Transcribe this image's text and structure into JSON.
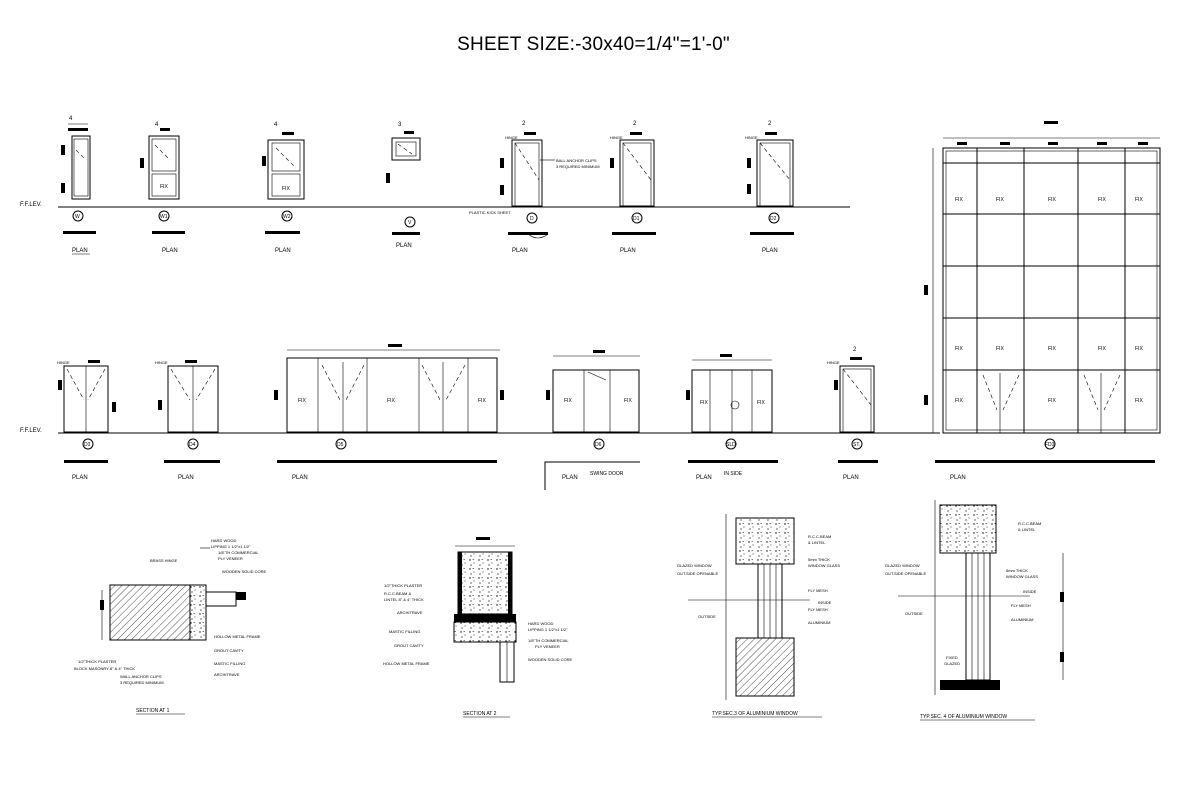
{
  "title": "SHEET SIZE:-30x40=1/4\"=1'-0\"",
  "level_label": "F.F.LEV.",
  "plan_label": "PLAN",
  "fix_label": "FIX",
  "row1": {
    "elevations": [
      {
        "tag": "W",
        "count": "4"
      },
      {
        "tag": "W1",
        "count": "4"
      },
      {
        "tag": "W2",
        "count": "4"
      },
      {
        "tag": "V",
        "count": "3"
      },
      {
        "tag": "D",
        "count": "2"
      },
      {
        "tag": "D1",
        "count": "2"
      },
      {
        "tag": "D2",
        "count": "2"
      }
    ],
    "notes": {
      "hinge": "HINGE",
      "ball_anchor": "BALL ANCHOR CLIPS",
      "required_min": "3 REQUIRED MINIMUM",
      "plastic_kick": "PLASTIC KICK SHEET"
    }
  },
  "row2": {
    "elevations": [
      {
        "tag": "D3"
      },
      {
        "tag": "D4"
      },
      {
        "tag": "D5"
      },
      {
        "tag": "D6"
      },
      {
        "tag": "SLD"
      },
      {
        "tag": "ST.",
        "count": "2"
      },
      {
        "tag": "FD3"
      }
    ],
    "notes": {
      "swing_door": "SWING DOOR",
      "in_side": "IN SIDE"
    }
  },
  "sections": {
    "s1": {
      "caption": "SECTION AT 1",
      "labels": [
        "HARD WOOD",
        "LIPPING 1 1/2\"x1 1/2\"",
        "1/8\"TH COMMERCIAL",
        "PLY VENEER",
        "BRASS HINGE",
        "WOODEN SOLID CORE",
        "HOLLOW METAL FRAME",
        "GROUT CAVITY",
        "MASTIC FILLING",
        "ARCHITRAVE",
        "1/2\"THICK PLASTER",
        "BLOCK MASONRY 8\" & 4\" THICK",
        "WALL ANCHOR CLIPS",
        "3 REQUIRED MINIMUM"
      ]
    },
    "s2": {
      "caption": "SECTION AT 2",
      "labels": [
        "1/2\"THICK PLASTER",
        "R.C.C.BEAM &",
        "LINTEL 8\" & 4\" THICK",
        "ARCHITRAVE",
        "MASTIC FILLING",
        "GROUT CAVITY",
        "HOLLOW METAL FRAME",
        "HARD WOOD",
        "LIPPING 1 1/2\"x1 1/2\"",
        "1/8\"TH COMMERCIAL",
        "PLY VENEER",
        "WOODEN SOLID CORE"
      ]
    },
    "s3": {
      "caption": "TYP.SEC.3 OF ALUMINIUM WINDOW",
      "labels": [
        "R.C.C.BEAM",
        "& LINTEL",
        "GLAZED WINDOW",
        "OUT.SIDE OPENABLE",
        "5mm THICK",
        "WINDOW GLASS",
        "FLY MESH",
        "INSIDE",
        "OUTSIDE",
        "FLY MESH",
        "ALUMINIUM"
      ]
    },
    "s4": {
      "caption": "TYP.SEC. 4 OF ALUMINIUM WINDOW",
      "labels": [
        "R.C.C.BEAM",
        "& LINTEL",
        "GLAZED WINDOW",
        "OUT.SIDE OPENABLE",
        "5mm THICK",
        "WINDOW GLASS",
        "INSIDE",
        "OUTSIDE",
        "FLY MESH",
        "ALUMINIUM",
        "FIXED",
        "GLAZED"
      ]
    }
  }
}
